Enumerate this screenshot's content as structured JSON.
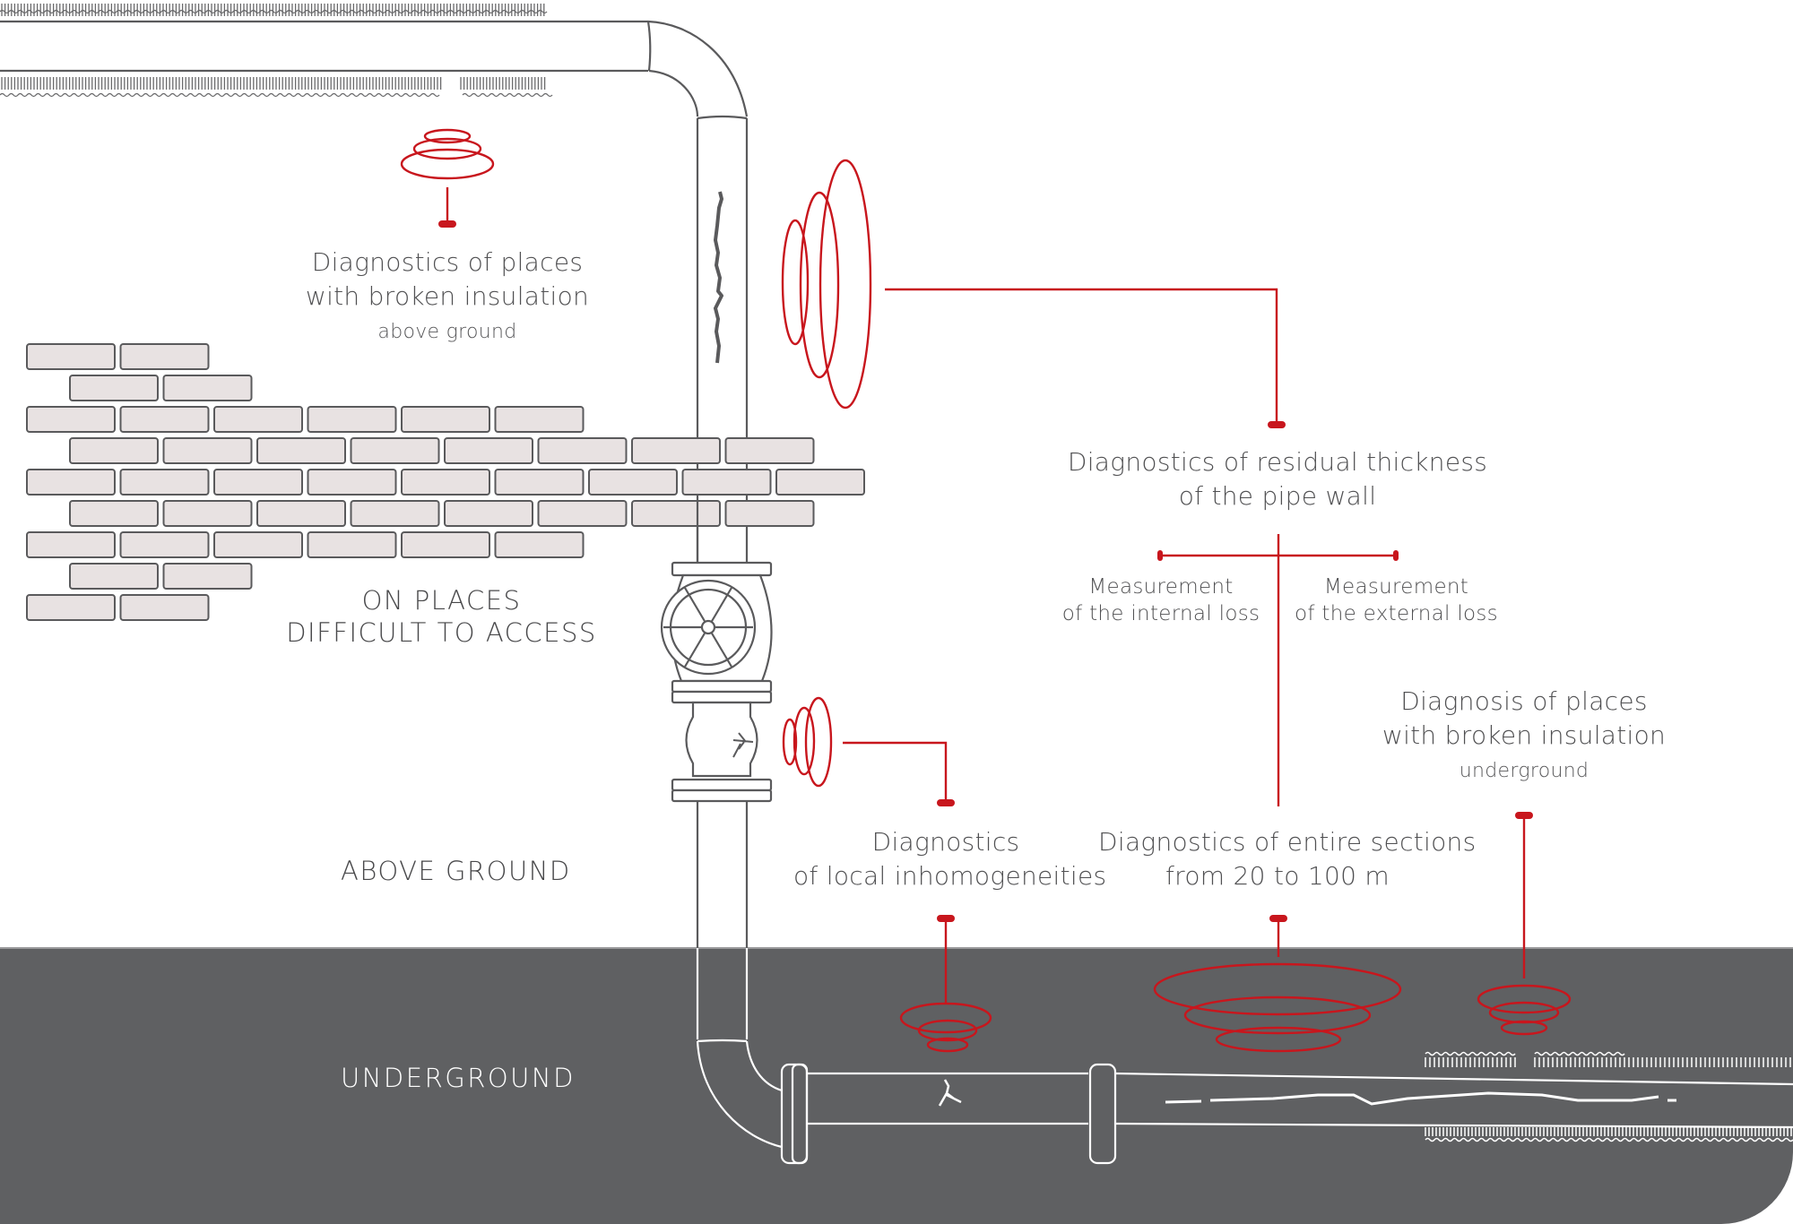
{
  "diagram": {
    "title": "Pipeline diagnostics application areas",
    "colors": {
      "accent_red": "#c8161d",
      "ground_fill": "#5f6062",
      "line_gray": "#5a5a5c",
      "brick_fill": "#e8e2e2",
      "text": "#505052"
    },
    "zones": {
      "difficult_access": [
        "ON PLACES",
        "DIFFICULT TO ACCESS"
      ],
      "above_ground": "ABOVE GROUND",
      "underground": "UNDERGROUND"
    },
    "callouts": {
      "insulation_above": {
        "line1": "Diagnostics of places",
        "line2": "with broken insulation",
        "sub": "above ground"
      },
      "residual_thickness": {
        "line1": "Diagnostics of residual thickness",
        "line2": "of the pipe wall"
      },
      "internal_loss": {
        "line1": "Measurement",
        "line2": "of the internal loss"
      },
      "external_loss": {
        "line1": "Measurement",
        "line2": "of the external loss"
      },
      "insulation_under": {
        "line1": "Diagnosis of places",
        "line2": "with broken insulation",
        "sub": "underground"
      },
      "local_inhomogeneities": {
        "line1": "Diagnostics",
        "line2": "of local inhomogeneities"
      },
      "entire_sections": {
        "line1": "Diagnostics of entire sections",
        "line2": "from 20 to 100 m"
      }
    },
    "icons": [
      "signal-waves-icon",
      "pipe-crack-icon",
      "valve-wheel-icon",
      "brick-wall-icon"
    ]
  }
}
